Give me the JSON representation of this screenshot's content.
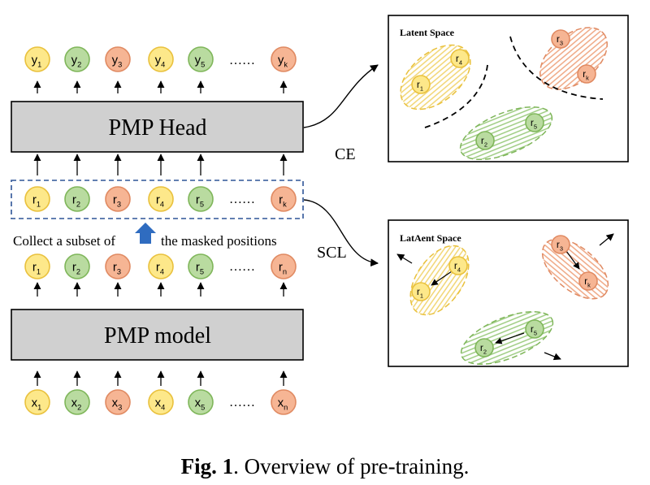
{
  "pmp_head": {
    "label": "PMP Head"
  },
  "pmp_model": {
    "label": "PMP model"
  },
  "outputs": [
    {
      "base": "y",
      "sub": "1"
    },
    {
      "base": "y",
      "sub": "2"
    },
    {
      "base": "y",
      "sub": "3"
    },
    {
      "base": "y",
      "sub": "4"
    },
    {
      "base": "y",
      "sub": "5"
    },
    {
      "base": "y",
      "sub": "k"
    }
  ],
  "subset": [
    {
      "base": "r",
      "sub": "1"
    },
    {
      "base": "r",
      "sub": "2"
    },
    {
      "base": "r",
      "sub": "3"
    },
    {
      "base": "r",
      "sub": "4"
    },
    {
      "base": "r",
      "sub": "5"
    },
    {
      "base": "r",
      "sub": "k"
    }
  ],
  "reps": [
    {
      "base": "r",
      "sub": "1"
    },
    {
      "base": "r",
      "sub": "2"
    },
    {
      "base": "r",
      "sub": "3"
    },
    {
      "base": "r",
      "sub": "4"
    },
    {
      "base": "r",
      "sub": "5"
    },
    {
      "base": "r",
      "sub": "n"
    }
  ],
  "inputs": [
    {
      "base": "x",
      "sub": "1"
    },
    {
      "base": "x",
      "sub": "2"
    },
    {
      "base": "x",
      "sub": "3"
    },
    {
      "base": "x",
      "sub": "4"
    },
    {
      "base": "x",
      "sub": "5"
    },
    {
      "base": "x",
      "sub": "n"
    }
  ],
  "ellipsis": "……",
  "collect_text_left": "Collect a subset of",
  "collect_text_right": "the masked positions",
  "ce_label": "CE",
  "scl_label": "SCL",
  "latent_top": {
    "title": "Latent Space",
    "nodes": [
      {
        "base": "r",
        "sub": "4"
      },
      {
        "base": "r",
        "sub": "1"
      },
      {
        "base": "r",
        "sub": "3"
      },
      {
        "base": "r",
        "sub": "k"
      },
      {
        "base": "r",
        "sub": "5"
      },
      {
        "base": "r",
        "sub": "2"
      }
    ]
  },
  "latent_bottom": {
    "title": "LatAent Space",
    "nodes": [
      {
        "base": "r",
        "sub": "4"
      },
      {
        "base": "r",
        "sub": "1"
      },
      {
        "base": "r",
        "sub": "3"
      },
      {
        "base": "r",
        "sub": "k"
      },
      {
        "base": "r",
        "sub": "5"
      },
      {
        "base": "r",
        "sub": "2"
      }
    ]
  },
  "caption": {
    "bold": "Fig. 1",
    "rest": ". Overview of pre-training."
  },
  "colors": {
    "yellow_fill": "#fde88a",
    "yellow_stroke": "#e9c13d",
    "green_fill": "#b9dba0",
    "green_stroke": "#7fb65a",
    "orange_fill": "#f6b594",
    "orange_stroke": "#e08a62",
    "box_fill": "#d0d0d0",
    "dash_blue": "#2e5597",
    "arrow_blue": "#2f6cc0"
  }
}
